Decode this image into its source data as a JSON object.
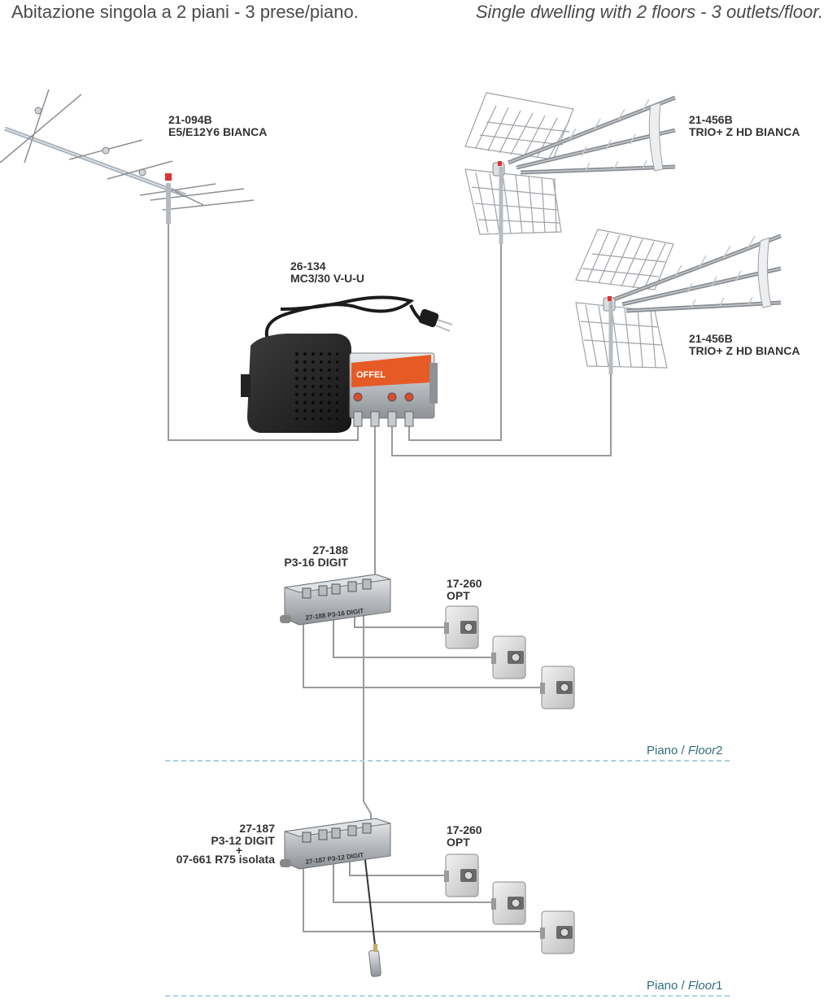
{
  "header": {
    "left": "Abitazione singola a 2 piani - 3 prese/piano.",
    "right": "Single dwelling with 2 floors - 3 outlets/floor."
  },
  "antenna_vhf": {
    "code": "21-094B",
    "name": "E5/E12Y6 BIANCA"
  },
  "antenna_uhf_1": {
    "code": "21-456B",
    "name": "TRIO+ Z HD BIANCA"
  },
  "antenna_uhf_2": {
    "code": "21-456B",
    "name": "TRIO+ Z HD BIANCA"
  },
  "amplifier": {
    "code": "26-134",
    "name": "MC3/30 V-U-U",
    "brand": "OFFEL"
  },
  "splitter_floor2": {
    "code": "27-188",
    "name": "P3-16 DIGIT"
  },
  "splitter_floor1": {
    "code": "27-187",
    "name": "P3-12 DIGIT",
    "plus": "+",
    "terminator": "07-661 R75 isolata"
  },
  "outlets_floor2": {
    "code": "17-260",
    "name": "OPT"
  },
  "outlets_floor1": {
    "code": "17-260",
    "name": "OPT"
  },
  "floors": [
    {
      "word": "Piano",
      "sep": " / ",
      "en": "Floor",
      "num": "2"
    },
    {
      "word": "Piano",
      "sep": " / ",
      "en": "Floor",
      "num": "1"
    }
  ],
  "colors": {
    "cable": "#9a9a9a",
    "floor_text": "#2f6d7c",
    "floor_line": "#a9d3de",
    "amp_accent": "#e05a2a"
  }
}
